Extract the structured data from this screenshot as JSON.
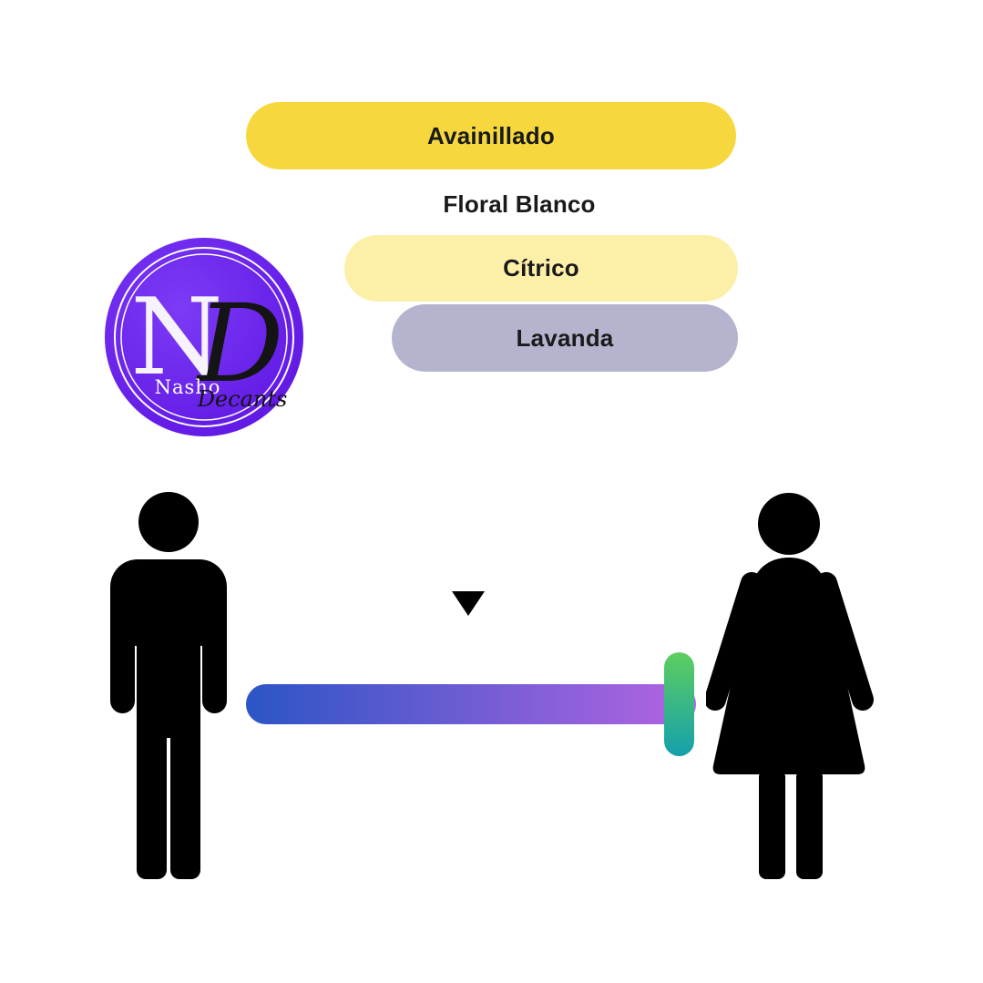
{
  "colors": {
    "pill_yellow": "#F6D83E",
    "pill_pale_yellow": "#FCF0A8",
    "pill_lavender": "#B4B4CF",
    "text_black": "#1A1A1A",
    "logo_purple_light": "#7C3BF6",
    "logo_purple_dark": "#5B11E0",
    "slider_blue": "#2B55C5",
    "slider_purple": "#B464E2",
    "handle_green": "#5ECE5F",
    "handle_teal": "#14A0AC",
    "figure_black": "#000000"
  },
  "notes": [
    {
      "label": "Avainillado",
      "style": "yellow-pill"
    },
    {
      "label": "Floral Blanco",
      "style": "plain-text"
    },
    {
      "label": "Cítrico",
      "style": "pale-yellow-pill"
    },
    {
      "label": "Lavanda",
      "style": "lavender-pill"
    }
  ],
  "logo": {
    "monogram_n": "N",
    "monogram_d": "D",
    "name_first": "Nasho",
    "name_second": "Decants"
  },
  "gender_scale": {
    "left_icon": "male-figure-icon",
    "right_icon": "female-figure-icon",
    "marker_icon": "down-triangle-icon",
    "handle_position_pct": 93
  }
}
